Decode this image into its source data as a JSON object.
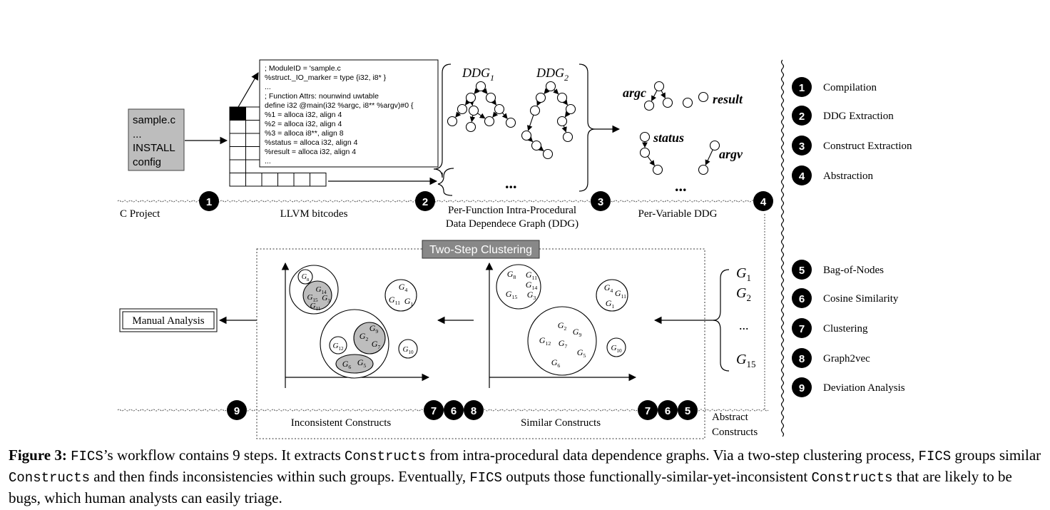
{
  "left_labels": {
    "c_project": "C Project",
    "llvm_bitcodes": "LLVM bitcodes",
    "ddg_line1": "Per-Function Intra-Procedural",
    "ddg_line2": "Data Dependece Graph (DDG)",
    "per_var_ddg": "Per-Variable DDG",
    "inconsistent": "Inconsistent Constructs",
    "similar": "Similar Constructs",
    "abstract_line1": "Abstract",
    "abstract_line2": "Constructs"
  },
  "source_files": [
    "sample.c",
    "...",
    "INSTALL",
    "config"
  ],
  "bitcode_lines": [
    "; ModuleID = 'sample.c",
    "%struct._IO_marker = type {i32, i8* }",
    "...",
    "; Function Attrs: nounwind uwtable",
    "define i32 @main(i32 %argc, i8** %argv)#0  {",
    "%1 = alloca i32, align 4",
    "%2 = alloca i32, align 4",
    "%3 = alloca i8**, align 8",
    "%status = alloca i32, align 4",
    "%result = alloca i32, align 4",
    "..."
  ],
  "ddg": {
    "g1_base": "DDG",
    "g1_sub": "1",
    "g2_base": "DDG",
    "g2_sub": "2",
    "ellipsis": "..."
  },
  "vars": {
    "argc": "argc",
    "result": "result",
    "status": "status",
    "argv": "argv",
    "ellipsis": "..."
  },
  "badges": {
    "b1": "1",
    "b2": "2",
    "b3": "3",
    "b4": "4",
    "b5": "5",
    "b6": "6",
    "b7": "7",
    "b8": "8",
    "b9": "9"
  },
  "clustering_title": "Two-Step Clustering",
  "manual_analysis": "Manual Analysis",
  "g_list": {
    "g1": "1",
    "g2": "2",
    "ellipsis": "...",
    "g15": "15"
  },
  "legend": [
    {
      "num": "1",
      "label": "Compilation"
    },
    {
      "num": "2",
      "label": "DDG Extraction"
    },
    {
      "num": "3",
      "label": "Construct Extraction"
    },
    {
      "num": "4",
      "label": "Abstraction"
    },
    {
      "num": "5",
      "label": "Bag-of-Nodes"
    },
    {
      "num": "6",
      "label": "Cosine Similarity"
    },
    {
      "num": "7",
      "label": "Clustering"
    },
    {
      "num": "8",
      "label": "Graph2vec"
    },
    {
      "num": "9",
      "label": "Deviation Analysis"
    }
  ],
  "g_letter": "G",
  "similar_plot": {
    "c1": [
      "8",
      "11",
      "14",
      "15",
      "3"
    ],
    "c2": [
      "4",
      "11",
      "1"
    ],
    "c3": [
      "2",
      "9",
      "12",
      "7",
      "5",
      "6"
    ],
    "c4": [
      "10"
    ]
  },
  "inconsistent_plot": {
    "c1": [
      "8",
      "14",
      "15",
      "3",
      "11"
    ],
    "c2": [
      "4",
      "11",
      "1"
    ],
    "c3": [
      "9",
      "2",
      "7",
      "12",
      "6",
      "5"
    ],
    "c4": [
      "10"
    ]
  },
  "caption": {
    "fig_label": "Figure 3:",
    "fics1": "FICS",
    "t1": "’s workflow contains 9 steps. It extracts ",
    "constructs1": "Constructs",
    "t2": " from intra-procedural data dependence graphs. Via a two-step clustering process, ",
    "fics2": "FICS",
    "t3": " groups similar ",
    "constructs2": "Constructs",
    "t4": " and then finds inconsistencies within such groups. Eventually, ",
    "fics3": "FICS",
    "t5": " outputs those functionally-similar-yet-inconsistent ",
    "constructs3": "Constructs",
    "t6": " that are likely to be bugs, which human analysts can easily triage."
  }
}
